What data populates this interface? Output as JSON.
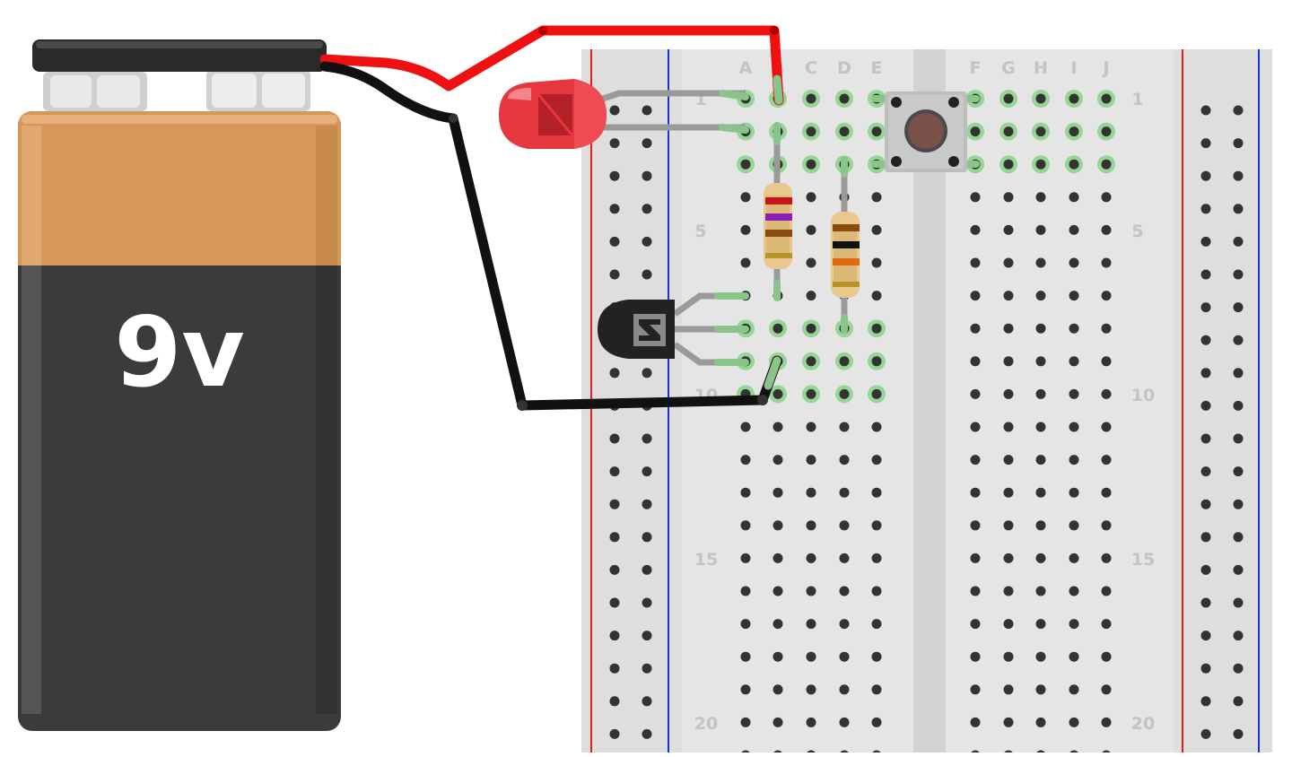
{
  "battery": {
    "voltage_label": "9v",
    "colors": {
      "top": "#d6975a",
      "body": "#3b3b3b",
      "cap": "#2a2a2a"
    }
  },
  "breadboard": {
    "columns_left": [
      "A",
      "B",
      "C",
      "D",
      "E"
    ],
    "columns_right": [
      "F",
      "G",
      "H",
      "I",
      "J"
    ],
    "row_labels": [
      "1",
      "5",
      "10",
      "15",
      "20"
    ],
    "colors": {
      "board": "#e3e3e3",
      "rail_red": "#e0201f",
      "rail_blue": "#1a33d6",
      "hole": "#333333",
      "active_hole": "#95d695"
    }
  },
  "components": {
    "led": {
      "color": "#e6373f",
      "icon": "led-icon"
    },
    "transistor": {
      "icon": "transistor-icon"
    },
    "push_button": {
      "icon": "push-button-icon"
    },
    "resistor_1": {
      "bands": [
        "#c6181c",
        "#8a1fb8",
        "#8a4b10",
        "#b8922a"
      ]
    },
    "resistor_2": {
      "bands": [
        "#8a4b10",
        "#111111",
        "#e06a10",
        "#b8922a"
      ]
    }
  },
  "wires": {
    "positive": {
      "color": "#ef1111"
    },
    "negative": {
      "color": "#111111"
    }
  }
}
